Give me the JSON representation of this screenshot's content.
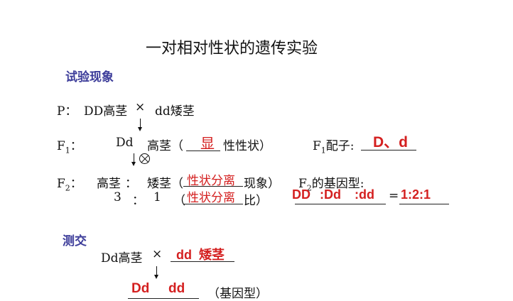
{
  "title": "一对相对性状的遗传实验",
  "section1": {
    "heading": "试验现象",
    "p_line": {
      "label": "P：",
      "left": "DD高茎",
      "cross": "×",
      "right": "dd矮茎"
    },
    "f1_line": {
      "label": "F",
      "label_sub": "1",
      "colon": "：",
      "genotype": "Dd",
      "phenotype": "高茎（",
      "blank_answer": "显",
      "suffix": "性性状）"
    },
    "f1_gametes": {
      "label": "F",
      "label_sub": "1",
      "text": "配子:",
      "answer": "D、d"
    },
    "selfing_symbol": "⊗",
    "f2_line": {
      "label": "F",
      "label_sub": "2",
      "colon": "：",
      "tall": "高茎",
      "ratio_colon": "：",
      "short": "矮茎（",
      "blank_answer": "性状分离",
      "suffix": "现象）"
    },
    "f2_ratio_line": {
      "left": "3",
      "colon": "：",
      "right": "1",
      "open_paren": "（",
      "blank_answer": "性状分离",
      "suffix": "比）"
    },
    "f2_genotype": {
      "label": "F",
      "label_sub": "2",
      "text": "的基因型:",
      "answers": [
        "DD",
        ":Dd",
        ":dd"
      ],
      "equals": "=",
      "ratio_answer": "1:2:1"
    }
  },
  "section2": {
    "heading": "测交",
    "cross_line": {
      "left": "Dd高茎",
      "cross": "×",
      "answer": "dd  矮茎"
    },
    "offspring": {
      "answers": [
        "Dd",
        "dd"
      ],
      "suffix": "（基因型）"
    }
  },
  "colors": {
    "answer_red": "#d42020",
    "section_blue": "#3d3d9a",
    "text": "#111111"
  }
}
